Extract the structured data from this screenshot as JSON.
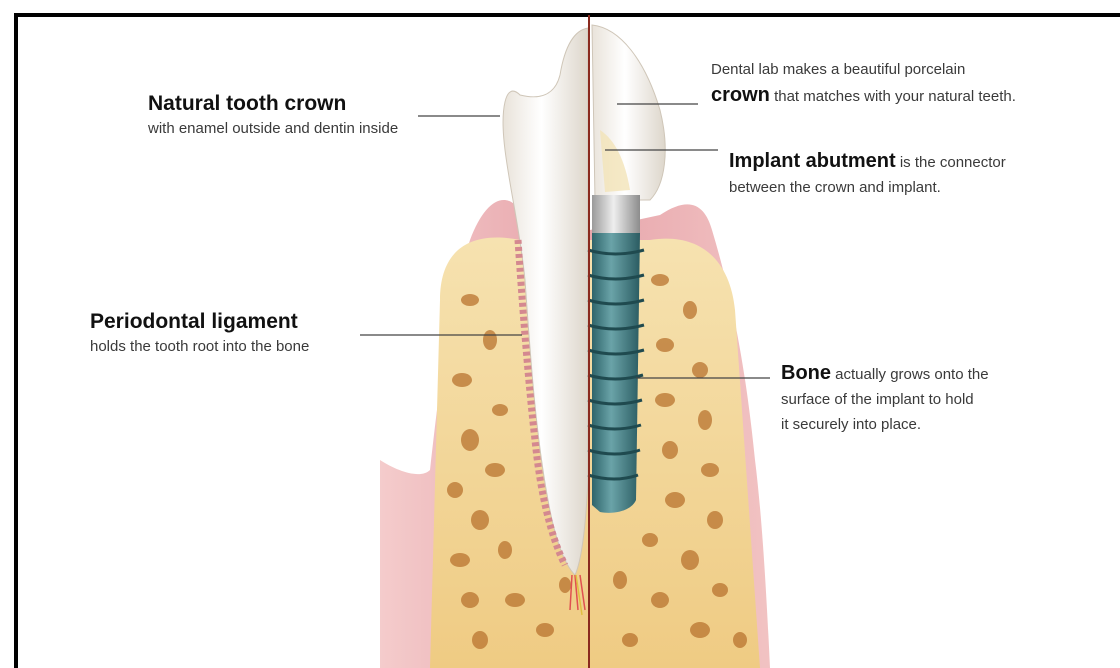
{
  "labels": {
    "natural_crown": {
      "title": "Natural tooth crown",
      "desc": "with enamel outside and dentin inside"
    },
    "periodontal": {
      "title": "Periodontal ligament",
      "desc": "holds the tooth root into the bone"
    },
    "porcelain_crown": {
      "line1": "Dental lab makes a beautiful porcelain",
      "bold": "crown",
      "rest": " that matches with your natural teeth."
    },
    "abutment": {
      "bold": "Implant abutment",
      "rest": " is the connector",
      "line2": "between the crown and implant."
    },
    "bone": {
      "bold": "Bone",
      "rest": " actually grows onto the",
      "line2": "surface of the implant to hold",
      "line3": "it securely into place."
    }
  },
  "colors": {
    "gum": "#e7a3a8",
    "bone": "#f2d48f",
    "bone_pore": "#b9732f",
    "tooth": "#f7f2ea",
    "implant": "#3f7f86",
    "abutment": "#c7c7c7",
    "divider": "#8a2a1f"
  }
}
